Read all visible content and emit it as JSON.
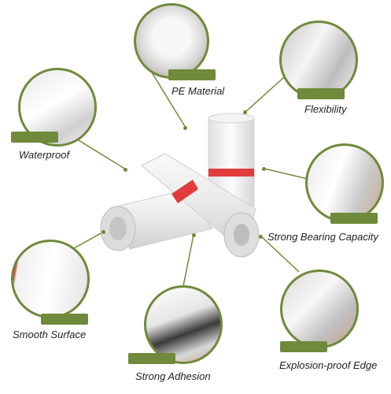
{
  "accent_color": "#6f8a3a",
  "features": [
    {
      "id": "pe-material",
      "label": "PE Material",
      "icon": "pellets-photo"
    },
    {
      "id": "flexibility",
      "label": "Flexibility",
      "icon": "stretched-film-photo"
    },
    {
      "id": "waterproof",
      "label": "Waterproof",
      "icon": "wet-film-photo"
    },
    {
      "id": "strong-bearing-capacity",
      "label": "Strong Bearing Capacity",
      "icon": "pulled-bag-photo"
    },
    {
      "id": "smooth-surface",
      "label": "Smooth Surface",
      "icon": "smooth-film-photo"
    },
    {
      "id": "strong-adhesion",
      "label": "Strong Adhesion",
      "icon": "sealing-tape-photo"
    },
    {
      "id": "explosion-proof-edge",
      "label": "Explosion-proof Edge",
      "icon": "bag-edge-photo"
    }
  ]
}
